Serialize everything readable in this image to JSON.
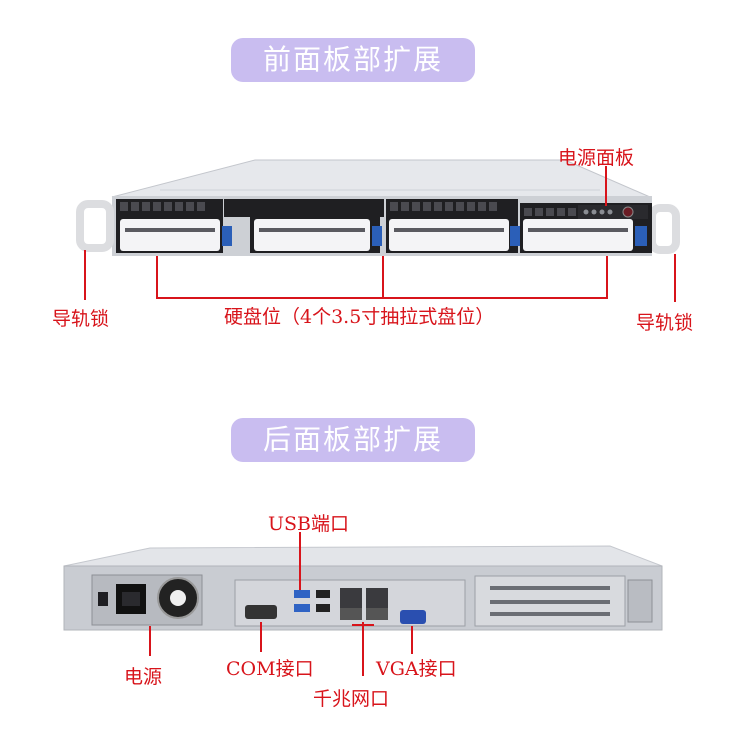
{
  "front": {
    "title": "前面板部扩展",
    "labels": {
      "power_panel": "电源面板",
      "rail_lock_left": "导轨锁",
      "rail_lock_right": "导轨锁",
      "drive_bays": "硬盘位（4个3.5寸抽拉式盘位）"
    }
  },
  "rear": {
    "title": "后面板部扩展",
    "labels": {
      "usb": "USB端口",
      "power": "电源",
      "com": "COM接口",
      "vga": "VGA接口",
      "lan": "千兆网口"
    }
  },
  "colors": {
    "banner": "#c9bdf0",
    "label_red": "#d8141b",
    "chassis": "#d5d7dc",
    "panel_dark": "#1f1f22",
    "accent_blue": "#2b5fb8"
  }
}
